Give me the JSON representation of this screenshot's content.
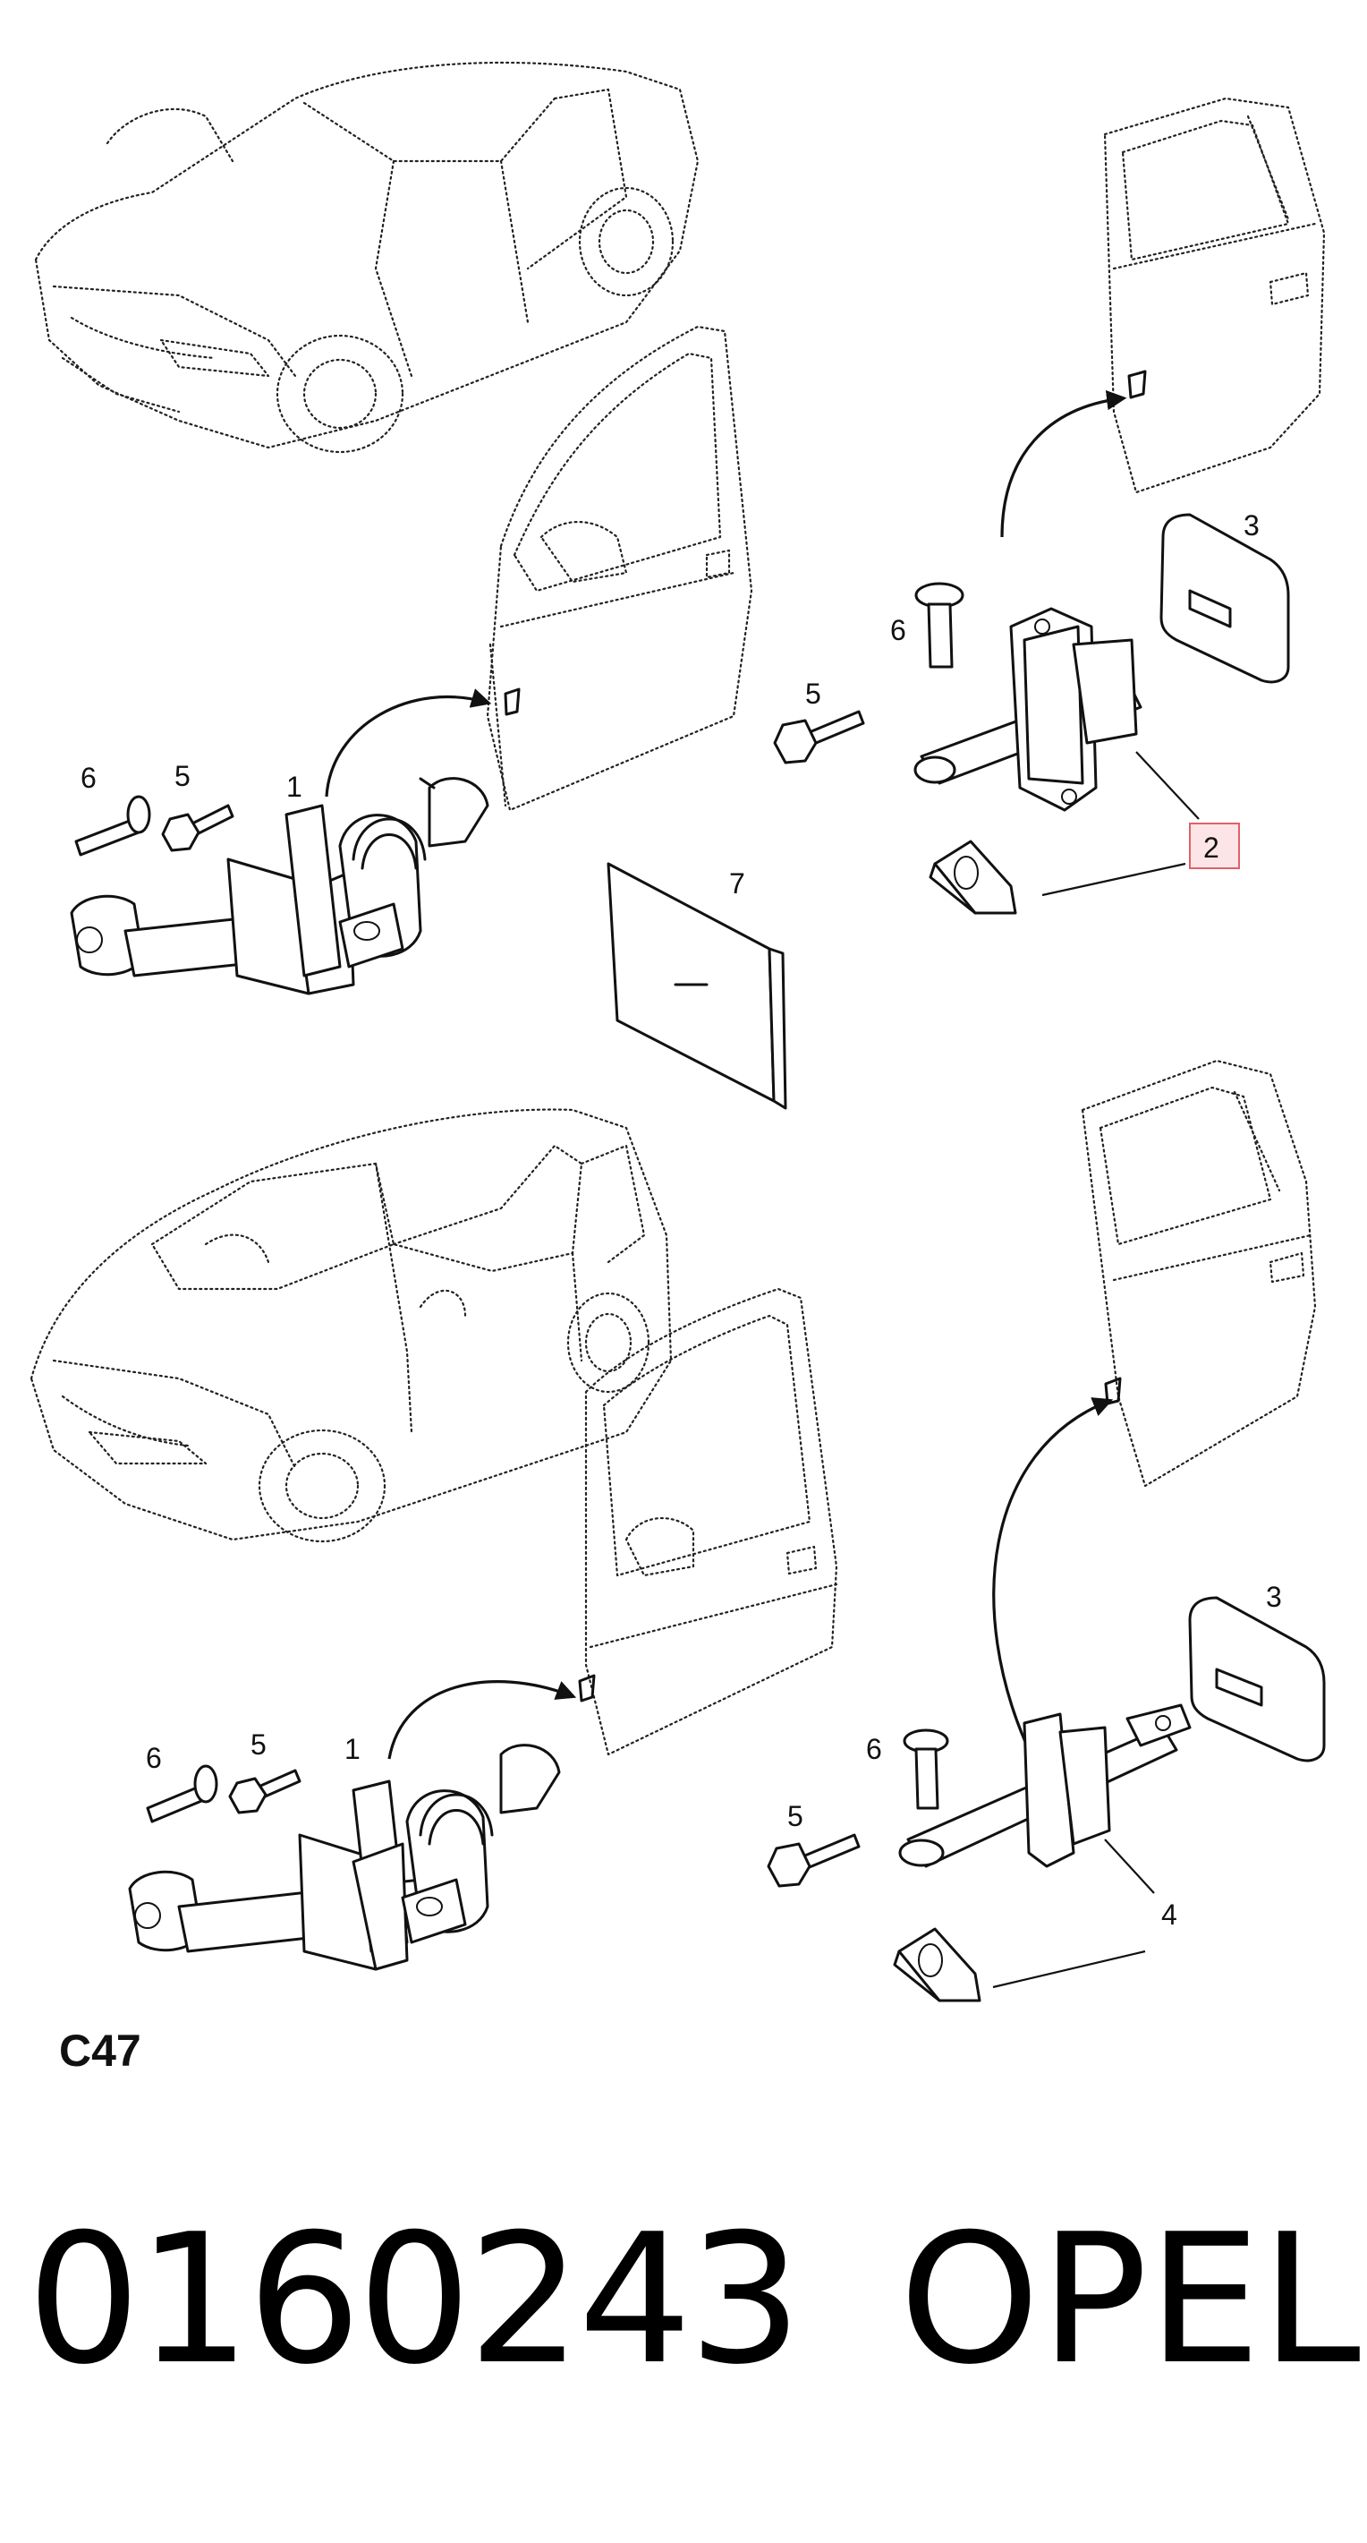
{
  "callouts": {
    "top_hinge": "1",
    "top_stop_assembly": "2",
    "top_pad": "3",
    "top_bolt_right": "5",
    "top_screw_right": "6",
    "top_bolt_left": "5",
    "top_screw_left": "6",
    "top_plate": "7",
    "bottom_hinge": "1",
    "bottom_pad": "3",
    "bottom_stop_assembly": "4",
    "bottom_bolt_left": "5",
    "bottom_screw_left": "6",
    "bottom_bolt_right": "5",
    "bottom_screw_right": "6"
  },
  "highlight_color": "#e0606a",
  "diagram_code": "C47",
  "part_number": "0160243",
  "brand": "OPEL"
}
